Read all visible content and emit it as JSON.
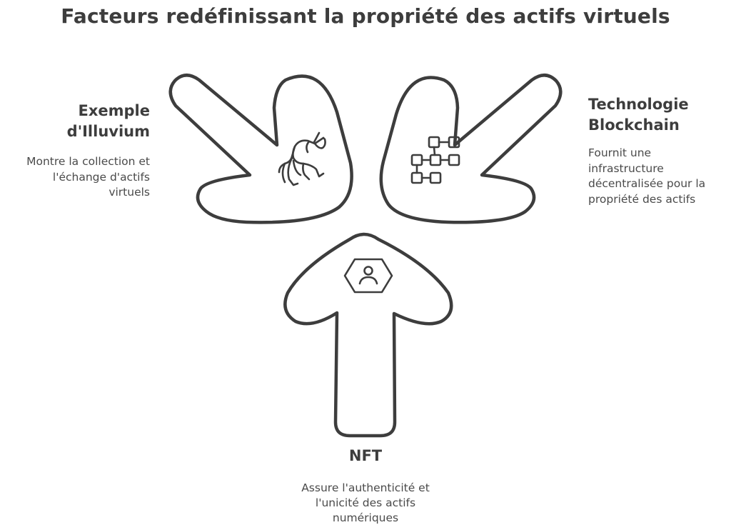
{
  "title": "Facteurs redéfinissant la propriété des actifs virtuels",
  "factors": [
    {
      "heading_line1": "Exemple",
      "heading_line2": "d'Illuvium",
      "description_lines": [
        "Montre la collection et",
        "l'échange d'actifs",
        "virtuels"
      ],
      "icon": "unicorn-icon"
    },
    {
      "heading_line1": "Technologie",
      "heading_line2": "Blockchain",
      "description_lines": [
        "Fournit une",
        "infrastructure",
        "décentralisée pour la",
        "propriété des actifs"
      ],
      "icon": "blockchain-icon"
    },
    {
      "heading_line1": "NFT",
      "description_lines": [
        "Assure l'authenticité et",
        "l'unicité des actifs",
        "numériques"
      ],
      "icon": "user-hexagon-icon"
    }
  ],
  "colors": {
    "stroke": "#3d3d3d",
    "background": "#ffffff",
    "text": "#3d3d3d"
  }
}
